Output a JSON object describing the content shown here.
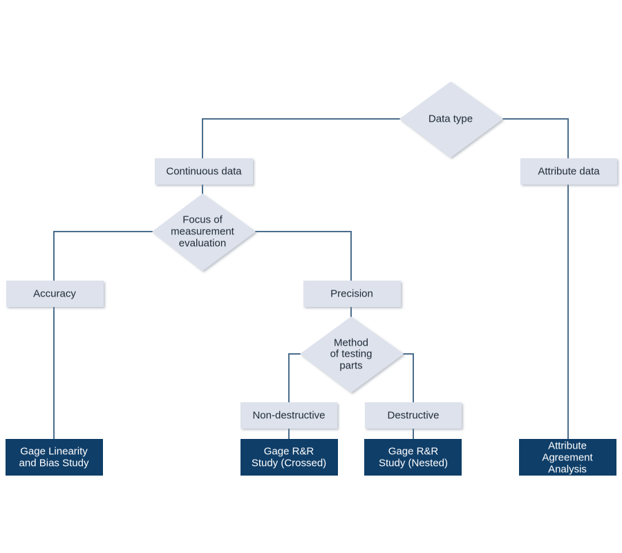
{
  "diagram": {
    "data_type": "Data type",
    "continuous": "Continuous data",
    "attribute": "Attribute data",
    "focus": [
      "Focus of",
      "measurement",
      "evaluation"
    ],
    "accuracy": "Accuracy",
    "precision": "Precision",
    "method": [
      "Method",
      "of testing",
      "parts"
    ],
    "non_destructive": "Non-destructive",
    "destructive": "Destructive",
    "gage_linearity": [
      "Gage Linearity",
      "and Bias Study"
    ],
    "gage_rr_crossed": [
      "Gage R&R",
      "Study (Crossed)"
    ],
    "gage_rr_nested": [
      "Gage R&R",
      "Study (Nested)"
    ],
    "attribute_agreement": [
      "Attribute",
      "Agreement",
      "Analysis"
    ]
  },
  "colors": {
    "line": "#4a6d8c",
    "box_fill": "#dde2ec",
    "result_fill": "#0f3e68",
    "node_text": "#1f2a38",
    "result_text": "#ffffff"
  }
}
